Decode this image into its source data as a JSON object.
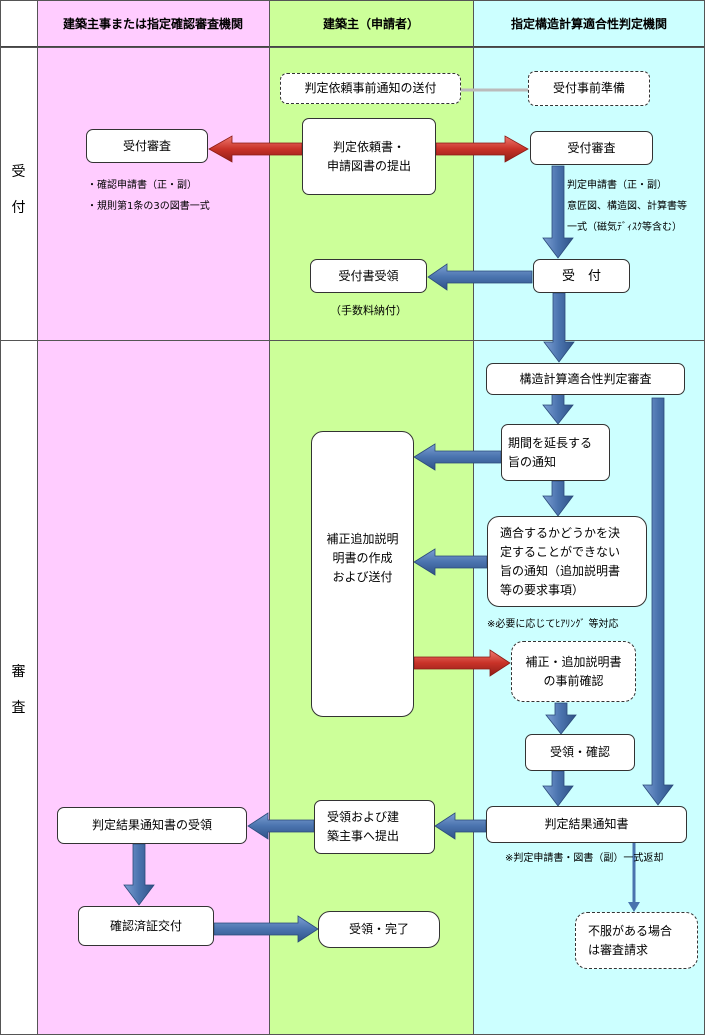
{
  "headers": {
    "col1": "建築主事または指定確認審査機関",
    "col2": "建築主（申請者）",
    "col3": "指定構造計算適合性判定機関"
  },
  "phases": {
    "reception": [
      "受",
      "付"
    ],
    "review": [
      "審",
      "査"
    ]
  },
  "nodes": {
    "advance_notice": "判定依頼事前通知の送付",
    "prep": "受付事前準備",
    "reception_review_left": "受付審査",
    "submit_request": "判定依頼書・\n申請図書の提出",
    "reception_review_right": "受付審査",
    "receipt_received": "受付書受領",
    "accept": "受　付",
    "structural_review": "構造計算適合性判定審査",
    "extension_notice": "期間を延長する\n旨の通知",
    "cannot_decide_notice": "適合するかどうかを決\n定することができない\n旨の通知（追加説明書\n等の要求事項）",
    "supplement_docs": "補正追加説明\n明書の作成\nおよび送付",
    "pre_check": "補正・追加説明書\nの事前確認",
    "receive_confirm": "受領・確認",
    "result_notice": "判定結果通知書",
    "receive_submit": "受領および建\n築主事へ提出",
    "result_received": "判定結果通知書の受領",
    "certificate_issued": "確認済証交付",
    "receive_complete": "受領・完了",
    "objection": "不服がある場合\nは審査請求"
  },
  "notes": {
    "left_docs": [
      "・確認申請書（正・副）",
      "・規則第1条の3の図書一式"
    ],
    "right_docs": [
      "判定申請書（正・副）",
      "意匠図、構造図、計算書等",
      "一式（磁気ﾃﾞｨｽｸ等含む）"
    ],
    "fee": "（手数料納付）",
    "hearing": "※必要に応じてﾋｱﾘﾝｸﾞ 等対応",
    "return_docs": "※判定申請書・図書（副）一式返却"
  },
  "colors": {
    "col1_bg": "#ffccff",
    "col2_bg": "#ccff99",
    "col3_bg": "#ccffff",
    "blue_arrow": "#4a73ae",
    "red_arrow": "#c83228"
  }
}
